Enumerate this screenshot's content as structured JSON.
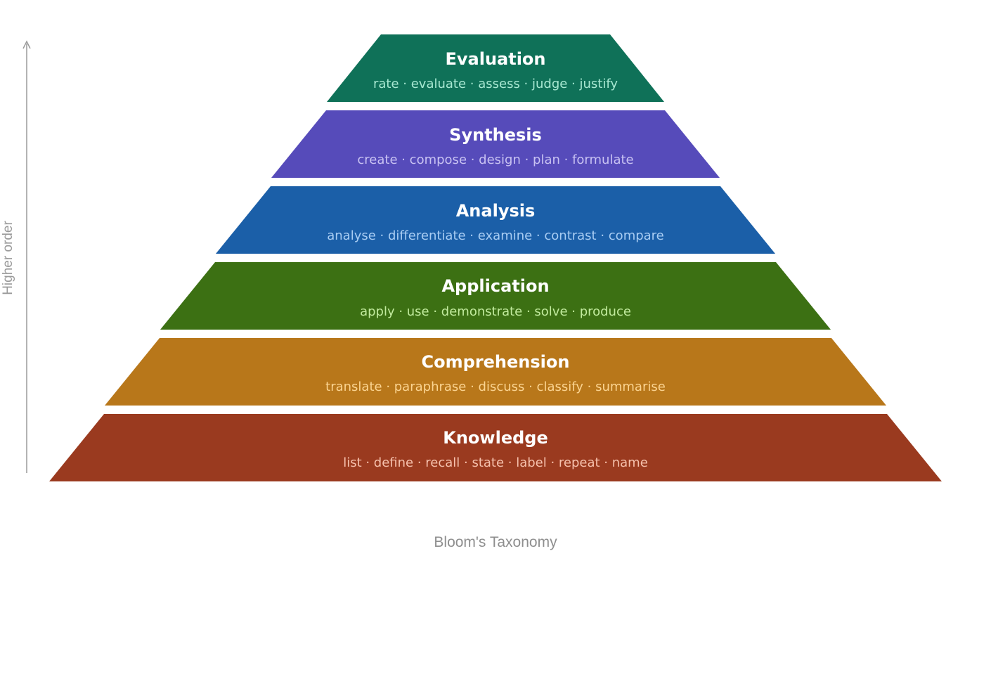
{
  "axis": {
    "label": "Higher order",
    "color": "#9a9a9a"
  },
  "caption": "Bloom's Taxonomy",
  "tiers": [
    {
      "title": "Evaluation",
      "verbs": "rate · evaluate · assess · judge · justify",
      "color": "#0f7158",
      "verb_color": "#a8e8d2"
    },
    {
      "title": "Synthesis",
      "verbs": "create · compose · design · plan · formulate",
      "color": "#564bba",
      "verb_color": "#c8c2f2"
    },
    {
      "title": "Analysis",
      "verbs": "analyse · differentiate · examine · contrast · compare",
      "color": "#1b5fa8",
      "verb_color": "#a9cdf3"
    },
    {
      "title": "Application",
      "verbs": "apply · use · demonstrate · solve · produce",
      "color": "#3c7013",
      "verb_color": "#c2eb9e"
    },
    {
      "title": "Comprehension",
      "verbs": "translate · paraphrase · discuss · classify · summarise",
      "color": "#b8771a",
      "verb_color": "#fbd491"
    },
    {
      "title": "Knowledge",
      "verbs": "list · define · recall · state · label · repeat · name",
      "color": "#9a3a1f",
      "verb_color": "#f6c1ad"
    }
  ]
}
